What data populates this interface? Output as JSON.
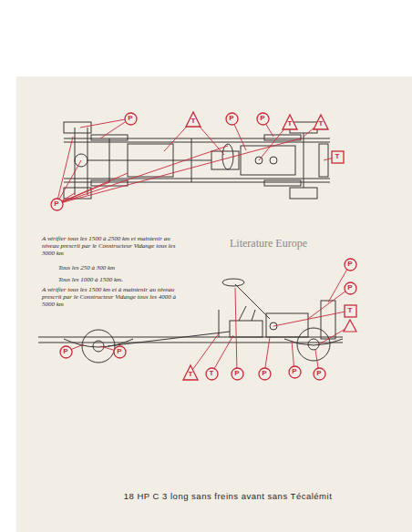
{
  "diagram": {
    "caption": "18 HP C 3 long sans freins avant sans Técalémit",
    "nodes": [
      {
        "text": [
          "P"
        ]
      },
      {
        "text": [
          "T"
        ]
      },
      {
        "text": [
          "P"
        ]
      },
      {
        "text": [
          "P"
        ]
      },
      {
        "text": [
          "T"
        ]
      },
      {
        "text": [
          "T"
        ]
      },
      {
        "text": [
          "T"
        ]
      },
      {
        "text": [
          "P"
        ]
      },
      {
        "text": [
          "P"
        ]
      },
      {
        "text": [
          "P"
        ]
      },
      {
        "text": [
          "T"
        ]
      },
      {
        "text": [
          "P"
        ]
      },
      {
        "text": [
          "P"
        ]
      },
      {
        "text": [
          "T"
        ]
      },
      {
        "text": [
          "T"
        ]
      },
      {
        "text": [
          "P"
        ]
      },
      {
        "text": [
          "P"
        ]
      },
      {
        "text": [
          "P"
        ]
      },
      {
        "text": [
          "P"
        ]
      }
    ],
    "labels": [
      "Literature Europe"
    ],
    "legend": [
      {
        "text": "A vérifier tous les 1500 à 2500 km et maintenir au niveau prescrit par le Constructeur Vidange tous les 3000 km"
      },
      {
        "text": "Tous les 250 à 300 km"
      },
      {
        "text": "Tous les 1000 à 1500 km."
      },
      {
        "text": "A vérifier tous les 1500 km et à maintenir au niveau prescrit par le Constructeur Vidange tous les 4000 à 5000 km"
      }
    ]
  }
}
